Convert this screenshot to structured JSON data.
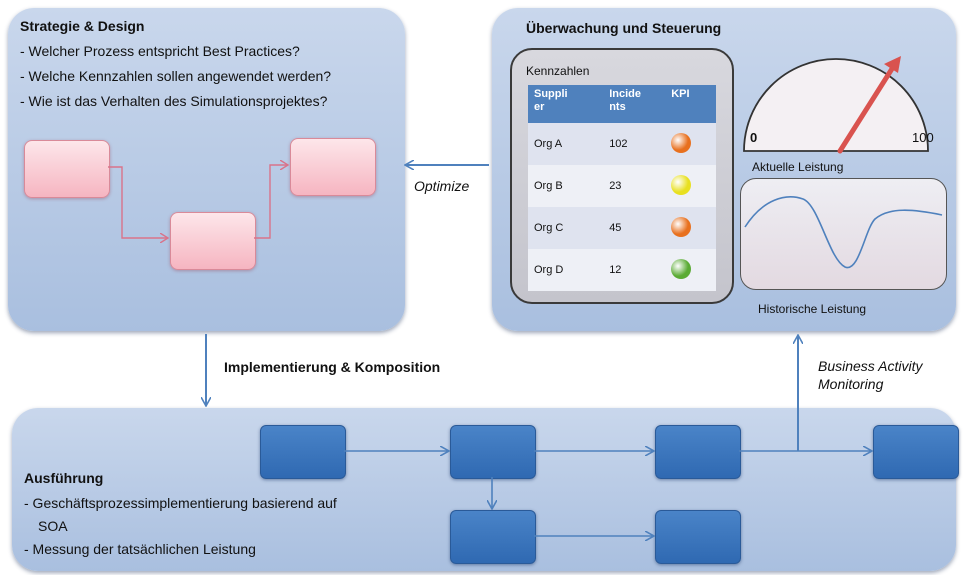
{
  "strategy": {
    "title": "Strategie & Design",
    "bullets": [
      "- Welcher Prozess entspricht Best Practices?",
      "- Welche Kennzahlen sollen angewendet werden?",
      "- Wie ist das Verhalten des Simulationsprojektes?"
    ]
  },
  "monitor": {
    "title": "Überwachung und Steuerung",
    "kpi_title": "Kennzahlen",
    "table": {
      "headers": [
        "Suppli\ner",
        "Incide\nnts",
        "KPI"
      ],
      "rows": [
        {
          "org": "Org A",
          "incidents": "102",
          "kpi_color": "#e8701e"
        },
        {
          "org": "Org B",
          "incidents": "23",
          "kpi_color": "#e8e020"
        },
        {
          "org": "Org C",
          "incidents": "45",
          "kpi_color": "#e8701e"
        },
        {
          "org": "Org D",
          "incidents": "12",
          "kpi_color": "#5aab34"
        }
      ]
    },
    "gauge": {
      "min_label": "0",
      "max_label": "100",
      "label": "Aktuelle Leistung",
      "needle_color": "#d9534f"
    },
    "history_label": "Historische Leistung"
  },
  "edges": {
    "optimize": "Optimize",
    "implement": "Implementierung & Komposition",
    "bam": [
      "Business Activity",
      "Monitoring"
    ]
  },
  "execution": {
    "title": "Ausführung",
    "bullet1_a": "- Geschäftsprozessimplementierung basierend auf",
    "bullet1_b": "SOA",
    "bullet2": "- Messung der tatsächlichen Leistung"
  },
  "colors": {
    "panel": "#b9cce6",
    "arrow": "#4f81bd",
    "blue_box": "#3b75be",
    "pink_box": "#f8c5cf"
  }
}
